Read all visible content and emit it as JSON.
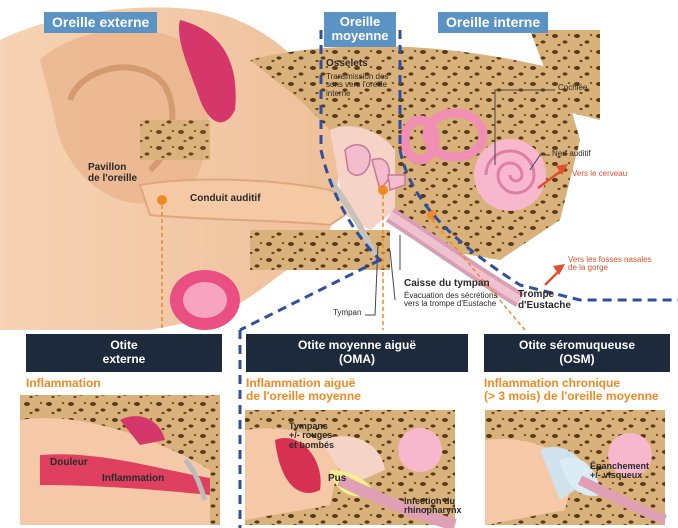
{
  "sections": {
    "outer": "Oreille externe",
    "middle_line1": "Oreille",
    "middle_line2": "moyenne",
    "inner": "Oreille interne"
  },
  "labels": {
    "osselets_title": "Osselets",
    "osselets_desc_1": "Transmission des",
    "osselets_desc_2": "sons vers l'oreille",
    "osselets_desc_3": "interne",
    "cochlee": "Cochlée",
    "nerf_auditif": "Nerf auditif",
    "vers_cerveau": "Vers le cerveau",
    "pavillon_1": "Pavillon",
    "pavillon_2": "de l'oreille",
    "conduit_auditif": "Conduit auditif",
    "vers_fosses_1": "Vers les fosses nasales",
    "vers_fosses_2": "de la gorge",
    "caisse_tympan": "Caisse du tympan",
    "evacuation_1": "Évacuation des sécrétions",
    "evacuation_2": "vers la trompe d'Eustache",
    "trompe_1": "Trompe",
    "trompe_2": "d'Eustache",
    "tympan": "Tympan"
  },
  "panels": [
    {
      "head_line1": "Otite",
      "head_line2": "externe",
      "subtitle_line1": "Inflammation",
      "subtitle_line2": "",
      "notes": [
        "Douleur",
        "Inflammation"
      ]
    },
    {
      "head_line1": "Otite moyenne aiguë",
      "head_line2": "(OMA)",
      "subtitle_line1": "Inflammation aiguë",
      "subtitle_line2": "de l'oreille moyenne",
      "notes": [
        "Tympans",
        "+/- rouges",
        "et bombés",
        "Pus",
        "Infection du",
        "rhinopharynx"
      ]
    },
    {
      "head_line1": "Otite séromuqueuse",
      "head_line2": "(OSM)",
      "subtitle_line1": "Inflammation chronique",
      "subtitle_line2": "(> 3 mois) de l'oreille moyenne",
      "notes": [
        "Épanchement",
        "+/- visqueux"
      ]
    }
  ],
  "colors": {
    "tab_blue": "#5b93c4",
    "panel_dark": "#1d2a3c",
    "accent_orange": "#f08a24",
    "arrow_red": "#e2502d",
    "dash_blue": "#2f4fa0",
    "skin": "#f2c9a6",
    "bone": "#d9b47c",
    "pink": "#f4a9c2"
  }
}
